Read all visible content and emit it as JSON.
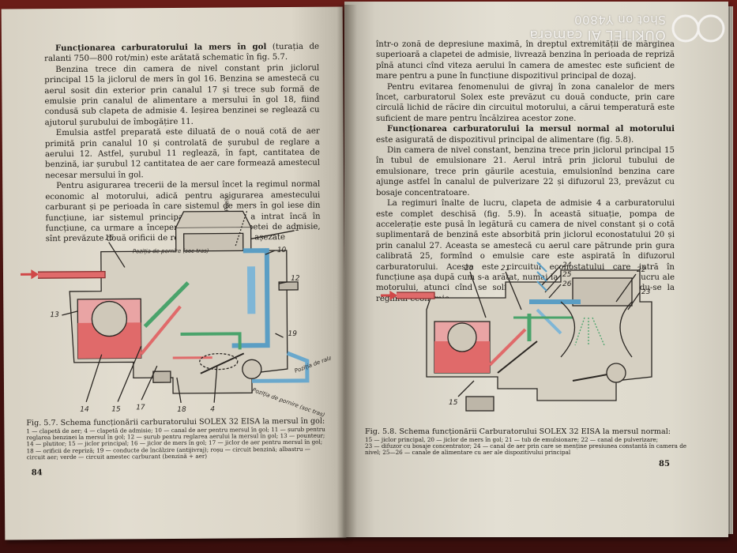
{
  "left_page": {
    "heading": "Funcționarea carburatorului la mers în gol",
    "heading_rest": " (turația de ralanti 750—800 rot/min) este arătată schematic în fig. 5.7.",
    "paragraphs": [
      "Benzina trece din camera de nivel constant prin jiclorul principal 15 la jiclorul de mers în gol 16. Benzina se amestecă cu aerul sosit din exterior prin canalul 17 și trece sub formă de emulsie prin canalul de alimentare a mersului în gol 18, fiind condusă sub clapeta de admisie 4. Ieșirea benzinei se reglează cu ajutorul șurubului de îmbogățire 11.",
      "Emulsia astfel preparată este diluată de o nouă cotă de aer primită prin canalul 10 și controlată de șurubul de reglare a aerului 12. Astfel, șurubul 11 reglează, în fapt, cantitatea de benzină, iar șurubul 12 cantitatea de aer care formează amestecul necesar mersului în gol.",
      "Pentru asigurarea trecerii de la mersul încet la regimul normal economic al motorului, adică pentru asigurarea amestecului carburant și pe perioada în care sistemul de mers în gol iese din funcțiune, iar sistemul principal de dozaj nu a intrat încă în funcțiune, ca urmare a începerii deschiderii clapetei de admisie, sînt prevăzute două orificii de repriză 18. Acestea, așezate"
    ],
    "figure": {
      "labels": [
        "Poziția de ralanti",
        "1",
        "16",
        "Poziția de pornire (soc tras)",
        "10",
        "12",
        "13",
        "19",
        "14",
        "15",
        "17",
        "18",
        "4",
        "Poziția de ralanti",
        "Poziția de pornire (soc tras)"
      ],
      "caption_title": "Fig. 5.7. Schema funcționării carburatorului SOLEX 32 EISA la mersul în gol:",
      "caption_body": [
        "1 — clapetă de aer; 4 — clapetă de admisie; 10 — canal de aer pentru mersul în gol; 11 — șurub pentru reglarea benzinei la mersul în gol; 12 — șurub pentru reglarea aerului la mersul în gol; 13 — pounteur;",
        "14 — plutitor; 15 — jiclor principal; 16 — jiclor de mers în gol; 17 — jiclor de aer pentru mersul în gol;",
        "18 — orificii de repriză; 19 — conducte de încălzire (antijivraj); roșu — circuit benzină; albastru — circuit aer; verde — circuit amestec carburant (benzină + aer)"
      ]
    },
    "page_number": "84"
  },
  "right_page": {
    "paragraphs_top": [
      "într-o zonă de depresiune maximă, în dreptul extremității de mărginea superioară a clapetei de admisie, livrează benzina în perioada de repriză pînă atunci cînd viteza aerului în camera de amestec este suficient de mare pentru a pune în funcțiune dispozitivul principal de dozaj.",
      "Pentru evitarea fenomenului de givraj în zona canalelor de mers încet, carburatorul Solex este prevăzut cu două conducte, prin care circulă lichid de răcire din circuitul motorului, a cărui temperatură este suficient de mare pentru încălzirea acestor zone."
    ],
    "heading": "Funcționarea carburatorului la mersul normal al motorului",
    "heading_rest": " este asigurată de dispozitivul principal de alimentare (fig. 5.8).",
    "paragraphs": [
      "Din camera de nivel constant, benzina trece prin jiclorul principal 15 în tubul de emulsionare 21. Aerul intră prin jiclorul tubului de emulsionare, trece prin găurile acestuia, emulsionînd benzina care ajunge astfel în canalul de pulverizare 22 și difuzorul 23, prevăzut cu bosaje concentratoare.",
      "La regimuri înalte de lucru, clapeta de admisie 4 a carburatorului este complet deschisă (fig. 5.9). În această situație, pompa de accelerație este pusă în legătură cu camera de nivel constant și o cotă suplimentară de benzină este absorbită prin jiclorul econostatului 20 și prin canalul 27. Aceasta se amestecă cu aerul care pătrunde prin gura calibrată 25, formînd o emulsie care este aspirată în difuzorul carburatorului. Acesta este circuitul econostatului care intră în funcțiune așa după cum s-a arătat, numai la regimuri înalte de lucru ale motorului, atunci cînd se solicită puterea maximă, renunțîndu-se la regimul economic."
    ],
    "figure": {
      "labels": [
        "24",
        "25",
        "26",
        "20",
        "21",
        "22",
        "23",
        "15"
      ],
      "caption_title": "Fig. 5.8. Schema funcționării Carburatorului SOLEX 32 EISA la mersul normal:",
      "caption_body": [
        "15 — jiclor principal, 20 — jiclor de mers în gol; 21 — tub de emulsionare; 22 — canal de pulverizare;",
        "23 — difuzor cu bosaje concentrator; 24 — canal de aer prin care se menține presiunea constantă în camera de nivel; 25—26 — canale de alimentare cu aer ale dispozitivului principal"
      ]
    },
    "page_number": "85"
  },
  "watermark": {
    "line1": "OUKITEL AI camera",
    "line2": "Shot on Y4800"
  },
  "colors": {
    "fuel_red": "#e06a6a",
    "air_blue": "#7fb6d6",
    "mixture_green": "#4aa36b",
    "paper": "#e0dbcf",
    "table_red": "#5a1a16"
  }
}
